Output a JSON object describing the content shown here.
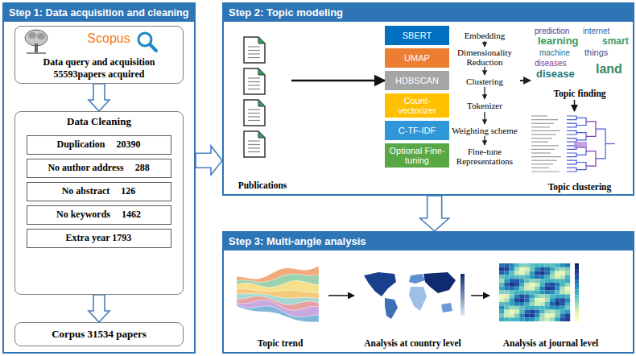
{
  "diagram": {
    "nodes": [
      {
        "text": [
          "Step 1: Data acquisition and cleaning"
        ]
      },
      {
        "text": [
          "Data query and acquisition 55593papers acquired"
        ],
        "in": 0
      },
      {
        "text": [
          "Data Cleaning"
        ],
        "in": 0
      },
      {
        "text": [
          "Duplication",
          "20390"
        ],
        "in": 2
      },
      {
        "text": [
          "No author address",
          "288"
        ],
        "in": 2
      },
      {
        "text": [
          "No abstract",
          "126"
        ],
        "in": 2
      },
      {
        "text": [
          "No keywords",
          "1462"
        ],
        "in": 2
      },
      {
        "text": [
          "Extra year 1793"
        ],
        "in": 2
      },
      {
        "text": [
          "Corpus 31534 papers"
        ],
        "in": 0
      },
      {
        "text": [
          "Step 2: Topic modeling"
        ]
      },
      {
        "text": [
          "Publications"
        ],
        "in": 9
      },
      {
        "text": [
          "SBERT"
        ],
        "in": 9
      },
      {
        "text": [
          "UMAP"
        ],
        "in": 9
      },
      {
        "text": [
          "HDBSCAN"
        ],
        "in": 9
      },
      {
        "text": [
          "Count-vectorizer"
        ],
        "in": 9
      },
      {
        "text": [
          "C-TF-IDF"
        ],
        "in": 9
      },
      {
        "text": [
          "Optional Fine-tuning"
        ],
        "in": 9
      },
      {
        "text": [
          "Topic finding"
        ],
        "in": 9
      },
      {
        "text": [
          "Topic clustering"
        ],
        "in": 9
      },
      {
        "text": [
          "Step 3: Multi-angle analysis"
        ]
      },
      {
        "text": [
          "Topic trend"
        ],
        "in": 19
      },
      {
        "text": [
          "Analysis at country level"
        ],
        "in": 19
      },
      {
        "text": [
          "Analysis at journal level"
        ],
        "in": 19
      }
    ],
    "edges": [
      {
        "from": 1,
        "to": 2,
        "arrow": "to"
      },
      {
        "from": 2,
        "to": 8,
        "arrow": "to"
      },
      {
        "from": 0,
        "to": 9,
        "arrow": "to"
      },
      {
        "from": 10,
        "to": 13,
        "arrow": "to"
      },
      {
        "from": 17,
        "to": 18,
        "arrow": "to"
      },
      {
        "from": 9,
        "to": 19,
        "arrow": "to"
      },
      {
        "from": 20,
        "to": 21,
        "arrow": "to"
      },
      {
        "from": 21,
        "to": 22,
        "arrow": "to"
      }
    ],
    "labels": [
      "Scopus",
      "Embedding",
      "Dimensionality Reduction",
      "Clustering",
      "Tokenizer",
      "Weighting scheme",
      "Fine-tune Representations",
      "prediction",
      "learning",
      "machine",
      "internet",
      "smart",
      "things",
      "diseases",
      "disease",
      "land"
    ]
  }
}
